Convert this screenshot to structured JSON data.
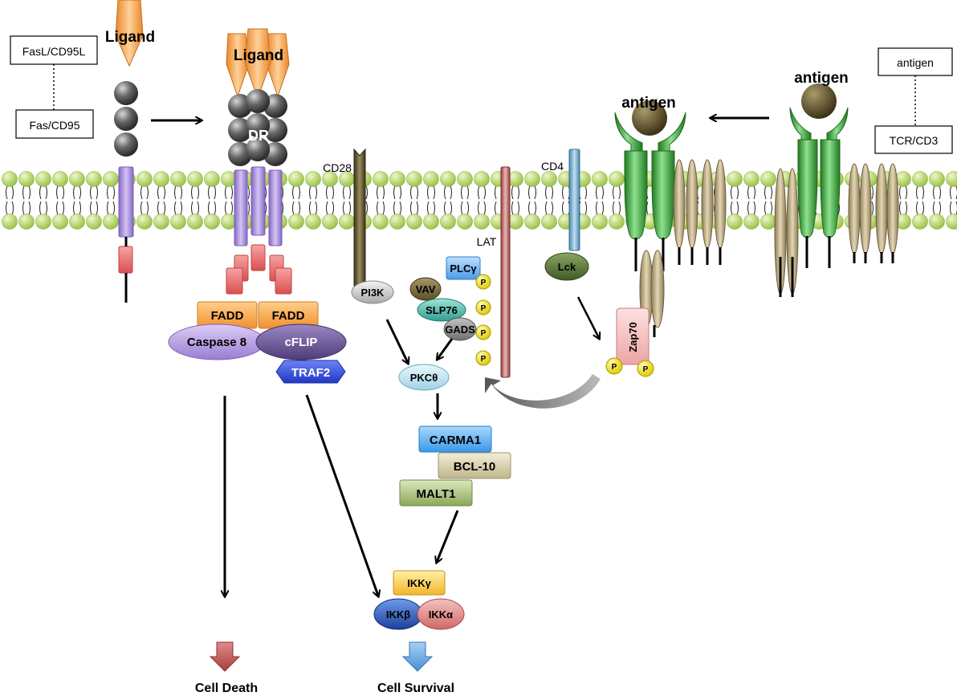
{
  "legend": {
    "fasl": "FasL/CD95L",
    "fas": "Fas/CD95",
    "antigen": "antigen",
    "tcr": "TCR/CD3"
  },
  "labels": {
    "ligand_left": "Ligand",
    "ligand_right": "Ligand",
    "dr": "DR",
    "antigen_bound": "antigen",
    "antigen_free": "antigen",
    "cd28": "CD28",
    "cd4": "CD4",
    "lat": "LAT",
    "pi3k": "PI3K",
    "plcg": "PLCγ",
    "vav": "VAV",
    "slp76": "SLP76",
    "gads": "GADS",
    "lck": "Lck",
    "zap70": "Zap70",
    "p": "P",
    "pkct": "PKCθ",
    "carma1": "CARMA1",
    "bcl10": "BCL-10",
    "malt1": "MALT1",
    "ikkg": "IKKγ",
    "ikkb": "IKKβ",
    "ikka": "IKKα",
    "fadd1": "FADD",
    "fadd2": "FADD",
    "caspase8": "Caspase 8",
    "cflip": "cFLIP",
    "traf2": "TRAF2",
    "cell_death": "Cell Death",
    "cell_survival": "Cell Survival"
  },
  "colors": {
    "lipid_head": "#b9d86a",
    "ligand": "#f5a24a",
    "fas_domain": "#a98ad6",
    "death_domain": "#e86b6b",
    "fadd": "#f6a64b",
    "caspase8": "#b59ae0",
    "cflip": "#6e5a99",
    "traf2": "#3d55e0",
    "tcr": "#3aa83a",
    "antigen": "#6b5a35",
    "cd28": "#5e5430",
    "cd4": "#6fa6c8",
    "lat": "#b06060",
    "lck": "#4f6a33",
    "zap70": "#f3b5b5",
    "phospho": "#f3e21b",
    "pkct": "#bfe4f0",
    "carma1": "#4aa9f0",
    "bcl10": "#d8d0a8",
    "malt1": "#a9c27b",
    "ikkg": "#f7c948",
    "ikkb": "#3060c0",
    "ikka": "#e08a8a",
    "death_arrow": "#c0504d",
    "survival_arrow": "#6aa6e0"
  }
}
